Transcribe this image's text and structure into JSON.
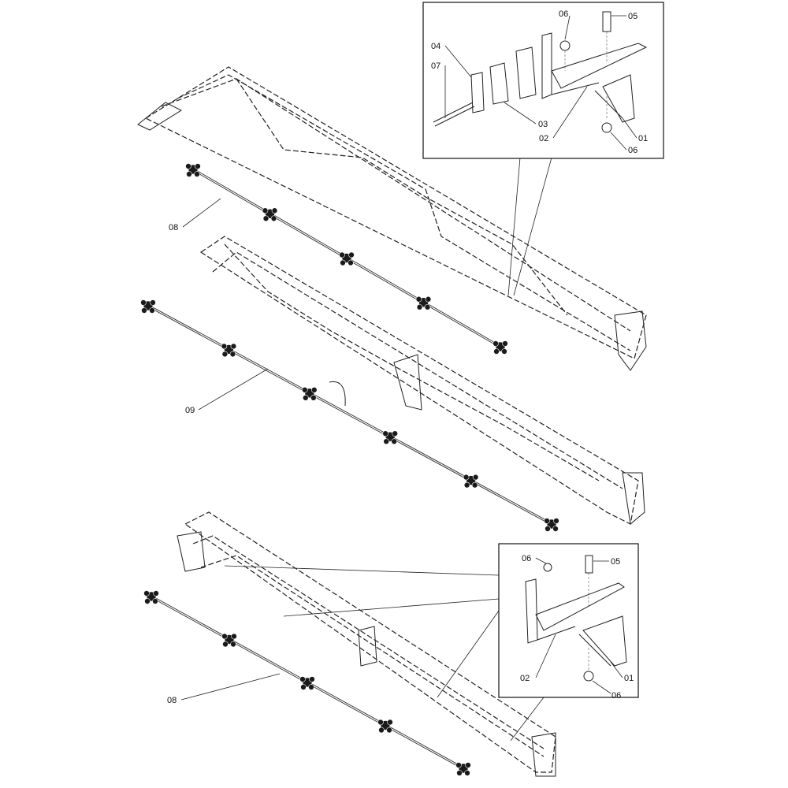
{
  "diagram": {
    "main_labels": [
      {
        "id": "08",
        "text": "08"
      },
      {
        "id": "09",
        "text": "09"
      },
      {
        "id": "08b",
        "text": "08"
      }
    ],
    "top_inset_labels": [
      "06",
      "05",
      "04",
      "07",
      "03",
      "02",
      "01",
      "06"
    ],
    "bottom_inset_labels": [
      "06",
      "05",
      "02",
      "01",
      "06"
    ],
    "nozzle_counts": {
      "boom1": 5,
      "boom2": 6,
      "boom3": 5
    }
  }
}
